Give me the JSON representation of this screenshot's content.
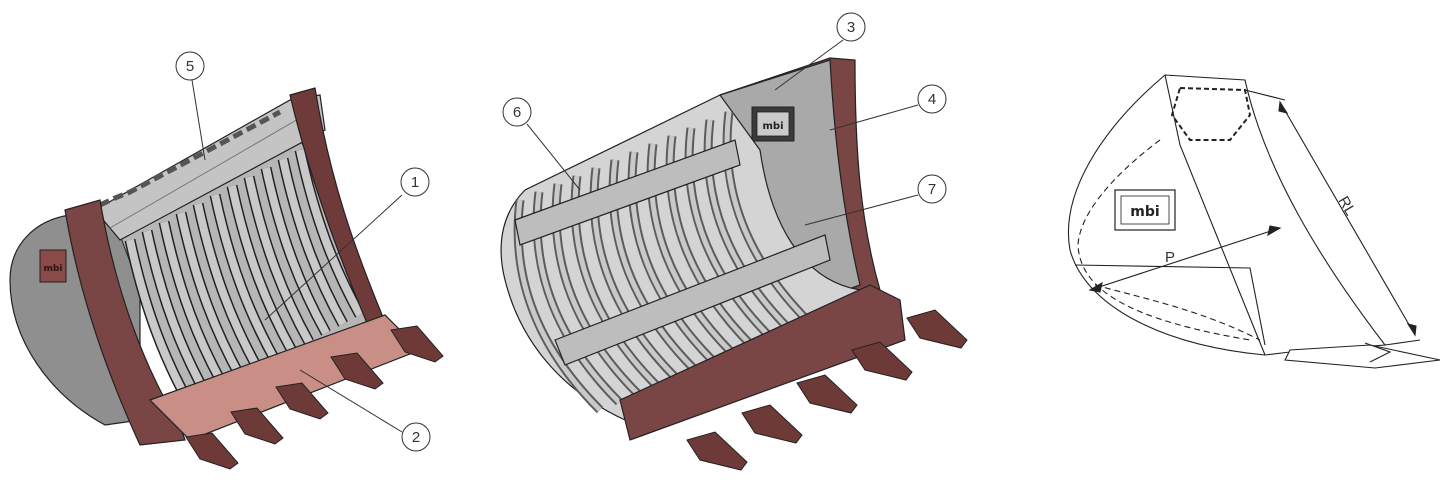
{
  "logo": {
    "text": "mbi"
  },
  "callouts": [
    {
      "id": "callout-1",
      "label": "1"
    },
    {
      "id": "callout-2",
      "label": "2"
    },
    {
      "id": "callout-3",
      "label": "3"
    },
    {
      "id": "callout-4",
      "label": "4"
    },
    {
      "id": "callout-5",
      "label": "5"
    },
    {
      "id": "callout-6",
      "label": "6"
    },
    {
      "id": "callout-7",
      "label": "7"
    }
  ],
  "dimensions": {
    "P": "P",
    "RL": "RL"
  },
  "colors": {
    "steel_light": "#c9c9c9",
    "steel_mid": "#9e9e9e",
    "steel_dark": "#5c5c5c",
    "side_plate": "#7a4545",
    "side_plate_dark": "#5a3030",
    "cutting_plate": "#c98e86",
    "tooth": "#6e3a38",
    "outline": "#222222"
  }
}
